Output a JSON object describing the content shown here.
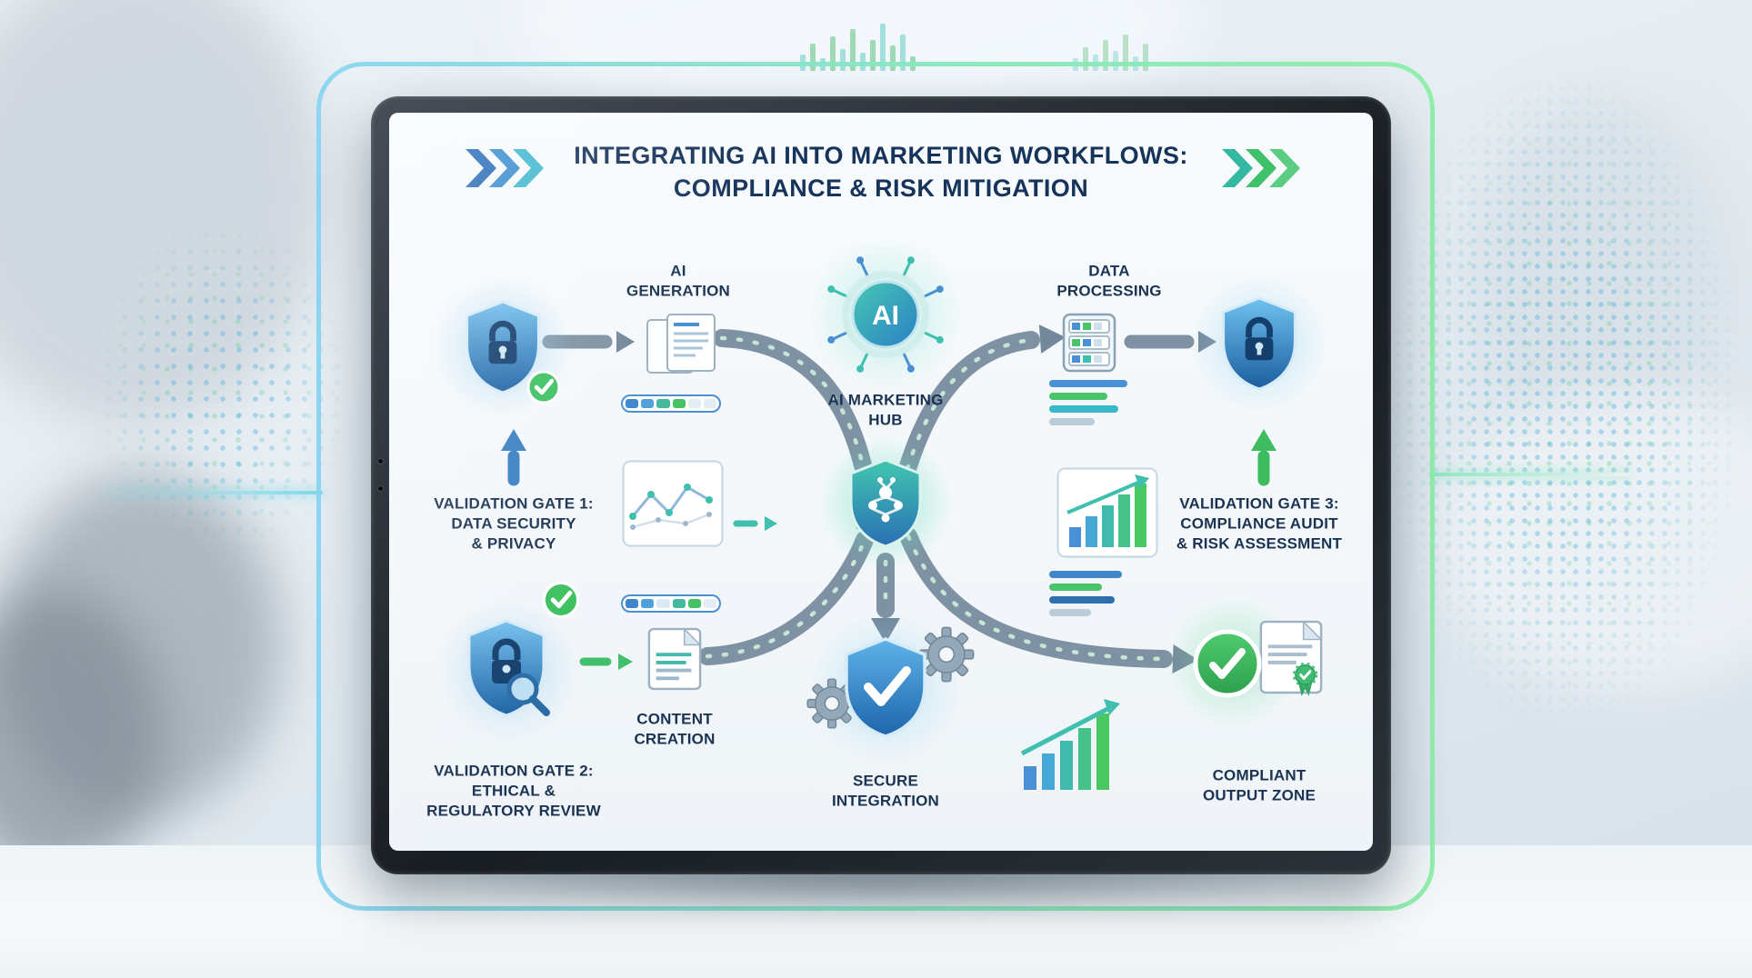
{
  "title": {
    "line1": "INTEGRATING AI INTO MARKETING WORKFLOWS:",
    "line2": "COMPLIANCE & RISK MITIGATION"
  },
  "diagram": {
    "ai_chip_text": "AI",
    "ai_generation": "AI\nGENERATION",
    "ai_marketing_hub": "AI MARKETING\nHUB",
    "data_processing": "DATA\nPROCESSING",
    "validation_gate_1": "VALIDATION GATE 1:\nDATA SECURITY\n& PRIVACY",
    "validation_gate_2": "VALIDATION GATE 2:\nETHICAL &\nREGULATORY REVIEW",
    "validation_gate_3": "VALIDATION GATE 3:\nCOMPLIANCE AUDIT\n& RISK ASSESSMENT",
    "content_creation": "CONTENT\nCREATION",
    "secure_integration": "SECURE\nINTEGRATION",
    "compliant_output": "COMPLIANT\nOUTPUT ZONE"
  },
  "icons": [
    "shield-lock-icon",
    "check-badge-icon",
    "document-pages-icon",
    "progress-bar",
    "ai-chip-icon",
    "brain-shield-hub-icon",
    "data-server-icon",
    "line-chart-icon",
    "bar-chart-icon",
    "shield-magnifier-icon",
    "gear-icon",
    "gears-shield-icon",
    "certificate-document-icon",
    "check-circle-icon",
    "triple-chevron-icon",
    "up-arrow-icon",
    "flow-arrow-icon"
  ],
  "colors": {
    "title_text": "#16335a",
    "label_text": "#1b3352",
    "flow_arrow": "#7e92a3",
    "accent_blue": "#3a80c2",
    "accent_green": "#3fbc5f",
    "accent_teal": "#3fbfae",
    "shield_light": "#74c0ee",
    "shield_dark": "#1d62a4",
    "screen_background": "#f6f9fb"
  }
}
